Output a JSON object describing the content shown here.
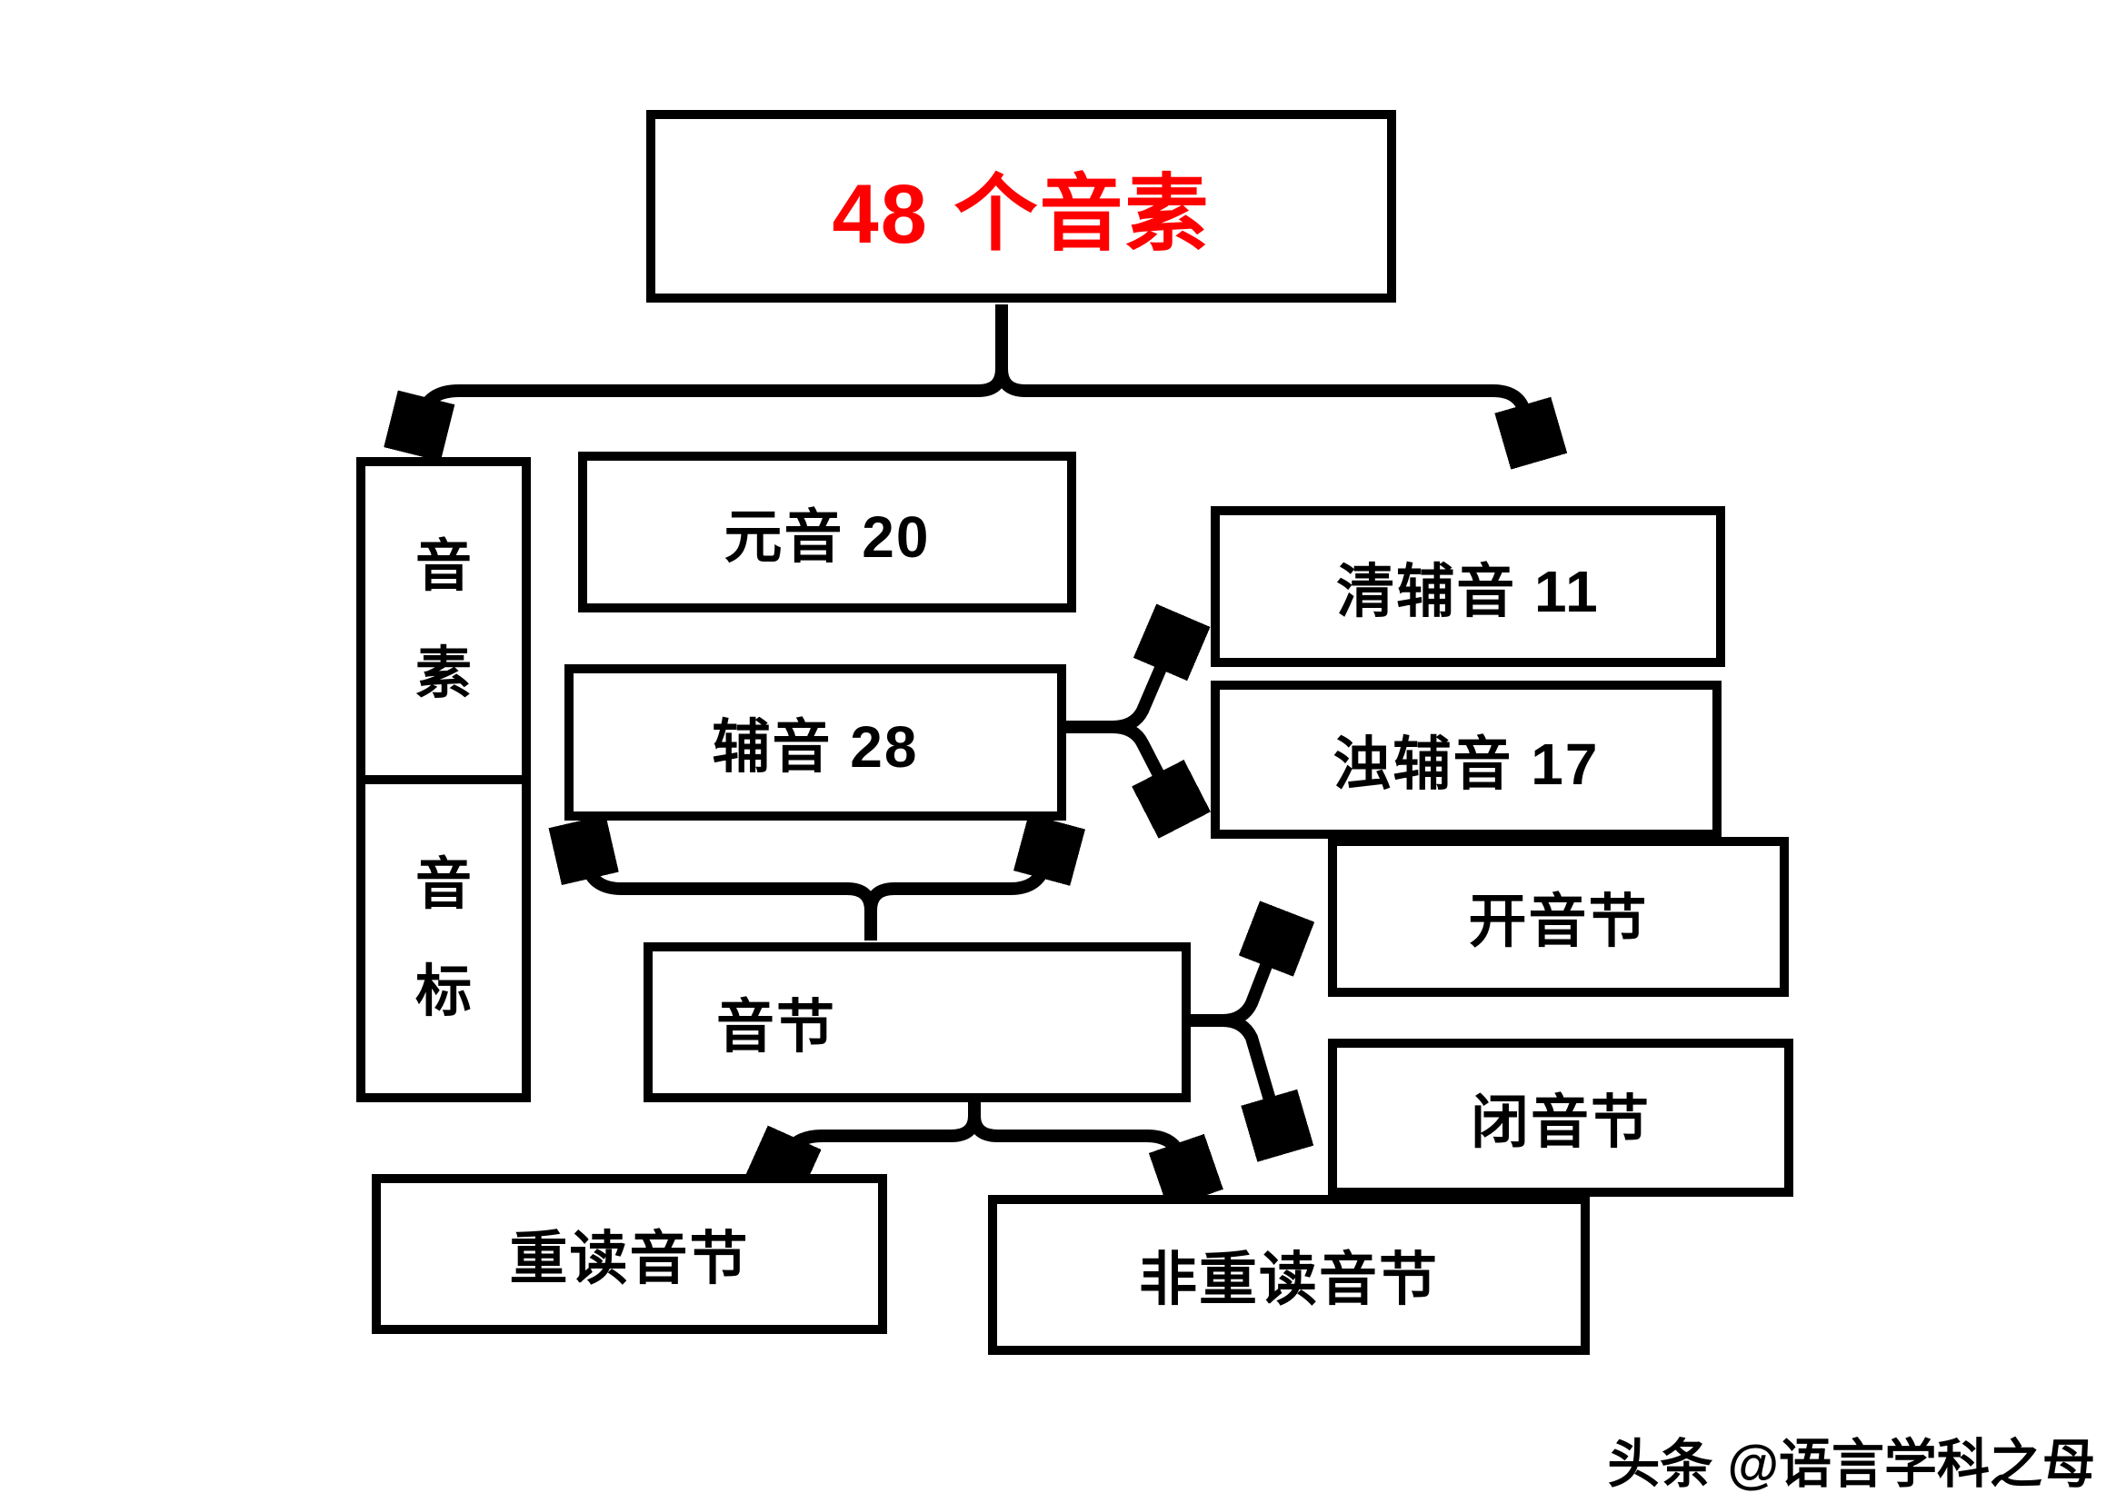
{
  "diagram": {
    "title": "48 个音素",
    "colors": {
      "title_text": "#ff0000",
      "line": "#000000",
      "background": "#ffffff"
    },
    "nodes": {
      "phoneme": "音素",
      "phonetic_symbol": "音标",
      "vowel": "元音 20",
      "consonant": "辅音 28",
      "voiceless_consonant": "清辅音 11",
      "voiced_consonant": "浊辅音 17",
      "syllable": "音节",
      "open_syllable": "开音节",
      "closed_syllable": "闭音节",
      "stressed_syllable": "重读音节",
      "unstressed_syllable": "非重读音节"
    },
    "watermark": "头条 @语言学科之母"
  }
}
